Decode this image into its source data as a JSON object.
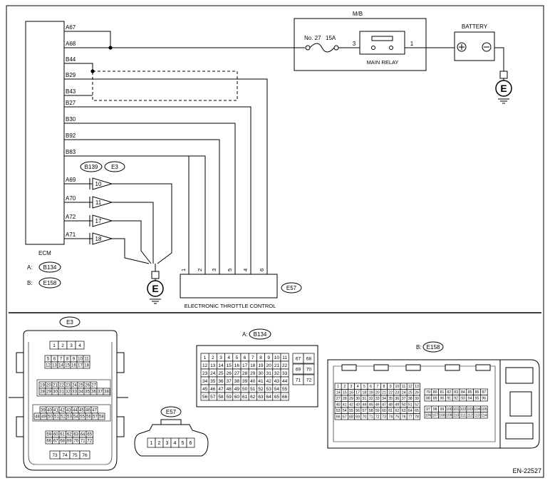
{
  "ecm": {
    "label": "ECM",
    "pins": [
      "A67",
      "A68",
      "B44",
      "B29",
      "B43",
      "B27",
      "B30",
      "B92",
      "B83",
      "A69",
      "A70",
      "A72",
      "A71"
    ],
    "conn_a_label": "A:",
    "conn_a": "B134",
    "conn_b_label": "B:",
    "conn_b": "E158"
  },
  "mb": {
    "label": "M/B",
    "fuse_label": "No. 27",
    "fuse_rating": "15A",
    "relay_label": "MAIN RELAY",
    "pin_in": "3",
    "pin_out": "1"
  },
  "battery": {
    "label": "BATTERY"
  },
  "ground_symbol": "E",
  "joint": {
    "connectors": [
      "B139",
      "E3"
    ],
    "pins": [
      "10",
      "11",
      "17",
      "18"
    ]
  },
  "etc": {
    "label": "ELECTRONIC THROTTLE CONTROL",
    "connector": "E57",
    "pins": [
      "1",
      "2",
      "3",
      "5",
      "4",
      "6"
    ]
  },
  "connectors": {
    "e3": {
      "name": "E3",
      "row0": [
        "1",
        "2",
        "3",
        "4"
      ],
      "row1": [
        "5",
        "6",
        "7",
        "8",
        "9",
        "10",
        "11"
      ],
      "row2": [
        "12",
        "13",
        "14",
        "15",
        "16",
        "17",
        "18"
      ],
      "row3": [
        "19",
        "20",
        "21",
        "22",
        "23",
        "24",
        "25",
        "26",
        "27"
      ],
      "row4": [
        "28",
        "29",
        "30",
        "31",
        "32",
        "33",
        "34",
        "35",
        "36",
        "37",
        "38"
      ],
      "row5": [
        "39",
        "40",
        "41",
        "42",
        "43",
        "44",
        "45",
        "46",
        "47"
      ],
      "row6": [
        "48",
        "49",
        "50",
        "51",
        "52",
        "53",
        "54",
        "55",
        "56",
        "57",
        "58"
      ],
      "row7": [
        "59",
        "60",
        "61",
        "62",
        "63",
        "64",
        "65"
      ],
      "row8": [
        "66",
        "67",
        "68",
        "69",
        "70",
        "71",
        "72"
      ],
      "row9": [
        "73",
        "74",
        "75",
        "76"
      ]
    },
    "b134": {
      "label": "A:",
      "name": "B134",
      "rows": [
        [
          "1",
          "2",
          "3",
          "4",
          "5",
          "6",
          "7",
          "8",
          "9",
          "10",
          "11"
        ],
        [
          "12",
          "13",
          "14",
          "15",
          "16",
          "17",
          "18",
          "19",
          "20",
          "21",
          "22"
        ],
        [
          "23",
          "24",
          "25",
          "26",
          "27",
          "28",
          "29",
          "30",
          "31",
          "32",
          "33"
        ],
        [
          "34",
          "35",
          "36",
          "37",
          "38",
          "39",
          "40",
          "41",
          "42",
          "43",
          "44"
        ],
        [
          "45",
          "46",
          "47",
          "48",
          "49",
          "50",
          "51",
          "52",
          "53",
          "54",
          "55"
        ],
        [
          "56",
          "57",
          "58",
          "59",
          "60",
          "61",
          "62",
          "63",
          "64",
          "65",
          "66"
        ]
      ],
      "side": [
        [
          "67",
          "68"
        ],
        [
          "69",
          "70"
        ],
        [
          "71",
          "72"
        ]
      ]
    },
    "e57": {
      "name": "E57",
      "pins": [
        "1",
        "2",
        "3",
        "4",
        "5",
        "6"
      ]
    },
    "e158": {
      "label": "B:",
      "name": "E158",
      "rows": [
        [
          "1",
          "2",
          "3",
          "4",
          "5",
          "6",
          "7",
          "8",
          "9",
          "10",
          "11",
          "12",
          "13"
        ],
        [
          "14",
          "15",
          "16",
          "17",
          "18",
          "19",
          "20",
          "21",
          "22",
          "23",
          "24",
          "25",
          "26"
        ],
        [
          "27",
          "28",
          "29",
          "30",
          "31",
          "32",
          "33",
          "34",
          "35",
          "36",
          "37",
          "38",
          "39"
        ],
        [
          "40",
          "41",
          "42",
          "43",
          "44",
          "45",
          "46",
          "47",
          "48",
          "49",
          "50",
          "51",
          "52"
        ],
        [
          "53",
          "54",
          "55",
          "56",
          "57",
          "58",
          "59",
          "60",
          "61",
          "62",
          "63",
          "64",
          "65"
        ],
        [
          "66",
          "67",
          "68",
          "69",
          "70",
          "71",
          "72",
          "73",
          "74",
          "75",
          "76",
          "77",
          "78"
        ]
      ],
      "side": [
        [
          "79",
          "80",
          "81",
          "82",
          "83",
          "84",
          "85",
          "86",
          "87"
        ],
        [
          "88",
          "89",
          "90",
          "91",
          "92",
          "93",
          "94",
          "95",
          "96"
        ],
        [
          "97",
          "98",
          "99",
          "100",
          "101",
          "102",
          "103",
          "104",
          "105"
        ],
        [
          "106",
          "107",
          "108",
          "109",
          "110",
          "111",
          "112",
          "113",
          "114"
        ]
      ]
    }
  },
  "figure_id": "EN-22527"
}
